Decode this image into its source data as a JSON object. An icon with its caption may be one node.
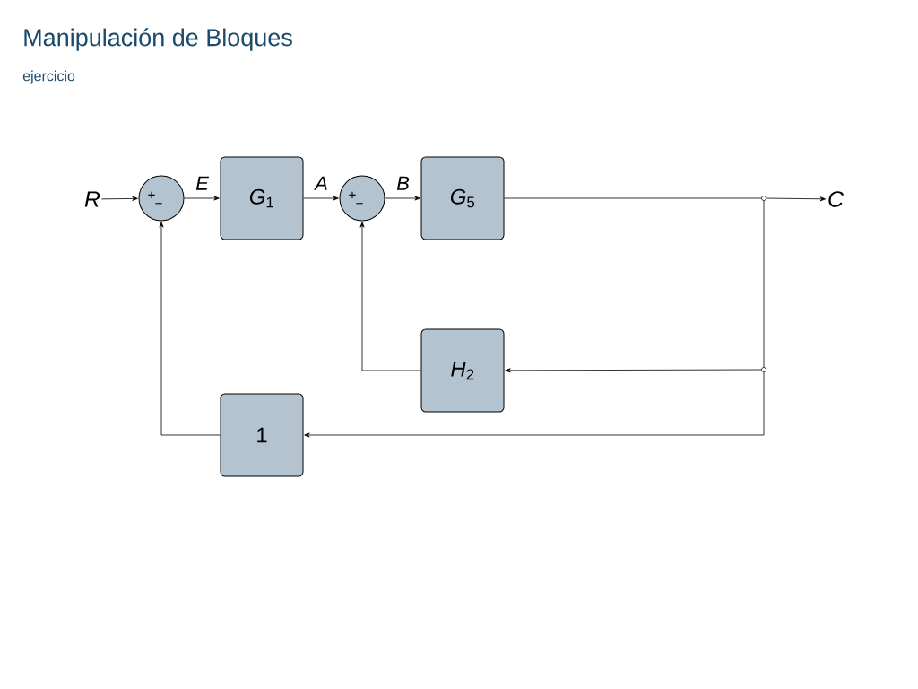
{
  "diagram": {
    "title": "Manipulación de Bloques",
    "caption": "ejercicio",
    "nodes": [
      {
        "text": [
          "R"
        ]
      },
      {
        "text": [
          "+",
          "−"
        ]
      },
      {
        "text": [
          "*G*$_{1}$"
        ]
      },
      {
        "text": [
          "+",
          "−"
        ]
      },
      {
        "text": [
          "*G*$_{5}$"
        ]
      },
      {
        "text": [
          "C"
        ]
      },
      {
        "text": [
          "*H*$_{2}$"
        ]
      },
      {
        "text": [
          "1"
        ]
      },
      {
        "text": [],
        "shape": "circle"
      },
      {
        "text": [],
        "shape": "circle"
      }
    ],
    "edges": [
      {
        "from": 0,
        "to": 1,
        "arrow": "to"
      },
      {
        "from": 1,
        "to": 2,
        "arrow": "to",
        "label": "E"
      },
      {
        "from": 2,
        "to": 3,
        "arrow": "to",
        "label": "A"
      },
      {
        "from": 3,
        "to": 4,
        "arrow": "to",
        "label": "B"
      },
      {
        "from": 4,
        "to": 8,
        "arrow": "none"
      },
      {
        "from": 8,
        "to": 5,
        "arrow": "to"
      },
      {
        "from": 8,
        "to": 9,
        "arrow": "none"
      },
      {
        "from": 9,
        "to": 6,
        "arrow": "to"
      },
      {
        "from": 6,
        "to": 3,
        "arrow": "to"
      },
      {
        "from": 9,
        "to": 7,
        "arrow": "to"
      },
      {
        "from": 7,
        "to": 1,
        "arrow": "to"
      }
    ]
  }
}
